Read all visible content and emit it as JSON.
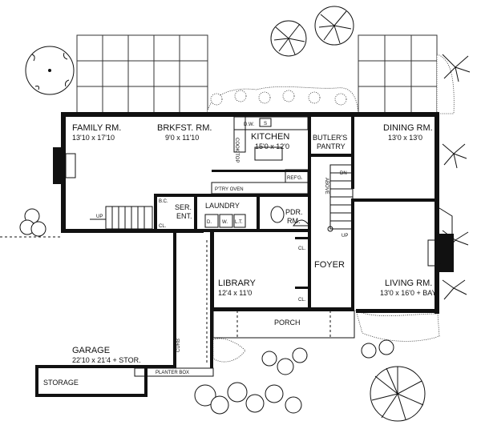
{
  "rooms": {
    "family": {
      "name": "FAMILY RM.",
      "dims": "13'10 x 17'10"
    },
    "breakfast": {
      "name": "BRKFST. RM.",
      "dims": "9'0 x 11'10"
    },
    "kitchen": {
      "name": "KITCHEN",
      "dims": "15'0 x 12'0"
    },
    "butlers_pantry": {
      "line1": "BUTLER'S",
      "line2": "PANTRY"
    },
    "dining": {
      "name": "DINING RM.",
      "dims": "13'0 x 13'0"
    },
    "service_entry": {
      "line1": "SER.",
      "line2": "ENT."
    },
    "laundry": {
      "name": "LAUNDRY"
    },
    "powder": {
      "line1": "PDR.",
      "line2": "RM."
    },
    "foyer": {
      "name": "FOYER"
    },
    "library": {
      "name": "LIBRARY",
      "dims": "12'4 x 11'0"
    },
    "living": {
      "name": "LIVING RM.",
      "dims": "13'0 x 16'0 + BAY"
    },
    "porch": {
      "name": "PORCH"
    },
    "garage": {
      "name": "GARAGE",
      "dims": "22'10 x 21'4 + STOR."
    },
    "storage": {
      "name": "STORAGE"
    }
  },
  "fixtures": {
    "pantry_oven": "P'TRY OVEN",
    "refrigerator": "REF'G.",
    "cooktop": "COOK TOP",
    "dishwasher": "D.W.",
    "sink": "S",
    "washer": "W.",
    "laundry_tub": "L.T.",
    "dryer": "D.",
    "broom_closet": "B.C.",
    "closet_service": "CL.",
    "closet_foyer_upper": "CL.",
    "closet_foyer_lower": "CL.",
    "stair_up_family": "UP",
    "stair_dn": "DN",
    "stair_up_foyer": "UP",
    "stair_above": "ABOVE",
    "curb": "CURB",
    "planter_box": "PLANTER BOX"
  }
}
